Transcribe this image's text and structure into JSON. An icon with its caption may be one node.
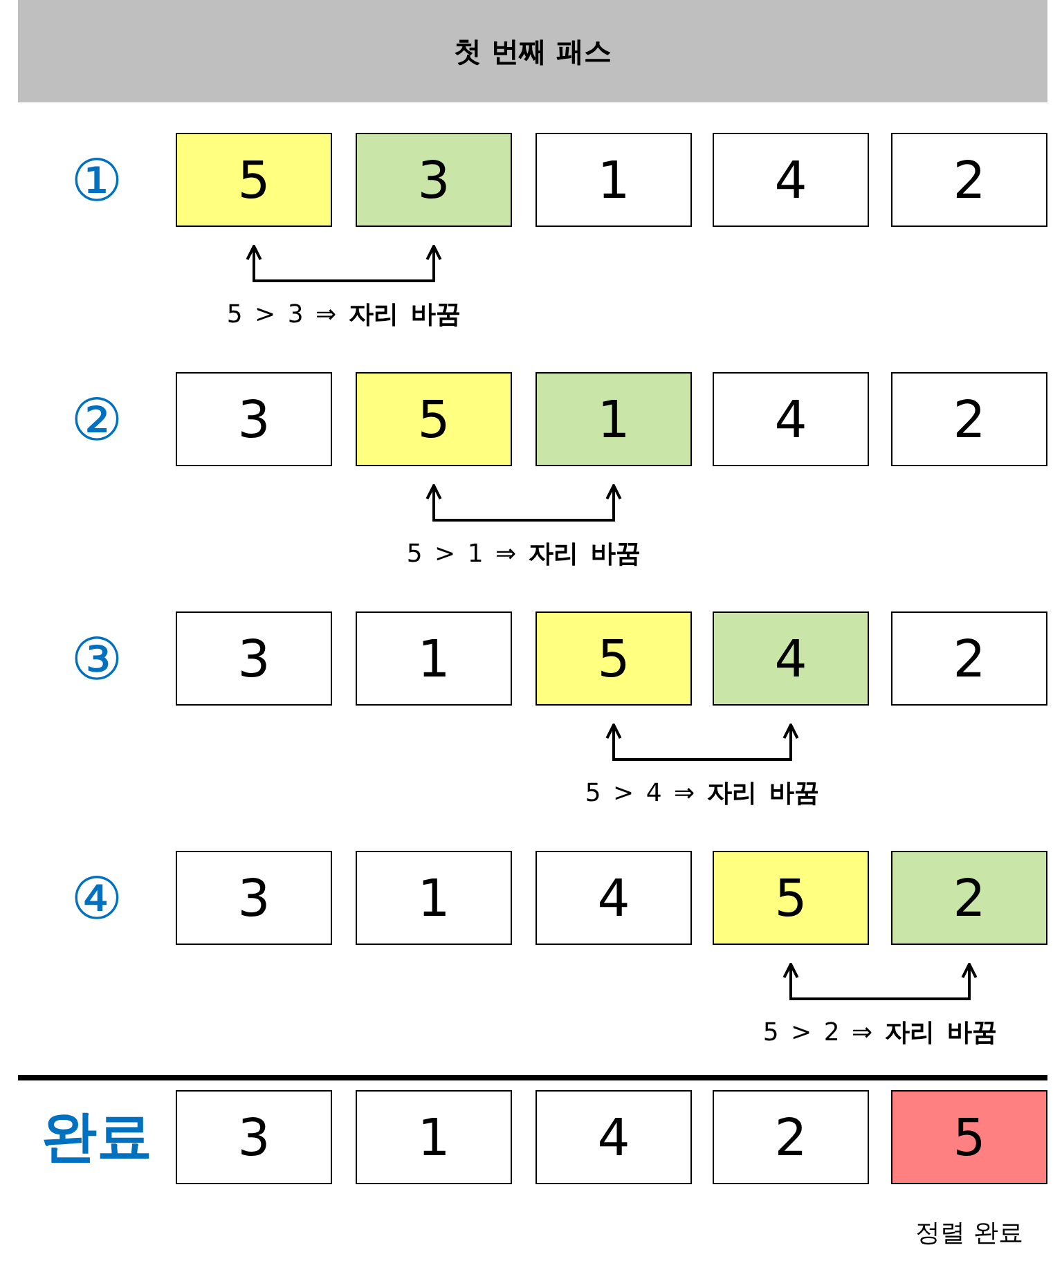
{
  "diagram": {
    "title": "첫 번째 패스",
    "nodes": [
      {
        "text": [
          "5"
        ]
      },
      {
        "text": [
          "3"
        ]
      },
      {
        "text": [
          "1"
        ]
      },
      {
        "text": [
          "4"
        ]
      },
      {
        "text": [
          "2"
        ]
      },
      {
        "text": [
          "3"
        ]
      },
      {
        "text": [
          "5"
        ]
      },
      {
        "text": [
          "1"
        ]
      },
      {
        "text": [
          "4"
        ]
      },
      {
        "text": [
          "2"
        ]
      },
      {
        "text": [
          "3"
        ]
      },
      {
        "text": [
          "1"
        ]
      },
      {
        "text": [
          "5"
        ]
      },
      {
        "text": [
          "4"
        ]
      },
      {
        "text": [
          "2"
        ]
      },
      {
        "text": [
          "3"
        ]
      },
      {
        "text": [
          "1"
        ]
      },
      {
        "text": [
          "4"
        ]
      },
      {
        "text": [
          "5"
        ]
      },
      {
        "text": [
          "2"
        ]
      },
      {
        "text": [
          "3"
        ]
      },
      {
        "text": [
          "1"
        ]
      },
      {
        "text": [
          "4"
        ]
      },
      {
        "text": [
          "2"
        ]
      },
      {
        "text": [
          "5"
        ],
        "beside": [
          "정렬 완료"
        ]
      }
    ],
    "edges": [
      {
        "from": 0,
        "to": 1,
        "arrow": "both",
        "label": "5 > 3 ⇒ **자리 바꿈**"
      },
      {
        "from": 6,
        "to": 7,
        "arrow": "both",
        "label": "5 > 1 ⇒ **자리 바꿈**"
      },
      {
        "from": 12,
        "to": 13,
        "arrow": "both",
        "label": "5 > 4 ⇒ **자리 바꿈**"
      },
      {
        "from": 18,
        "to": 19,
        "arrow": "both",
        "label": "5 > 2 ⇒ **자리 바꿈**"
      }
    ],
    "labels": [
      "①",
      "②",
      "③",
      "④",
      "완료"
    ]
  }
}
